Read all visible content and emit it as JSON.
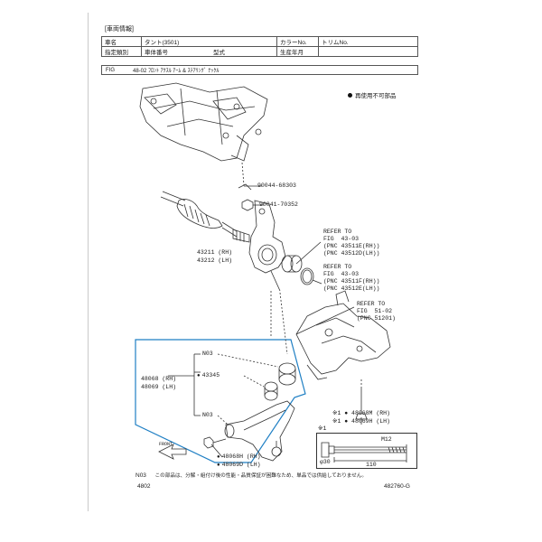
{
  "header": {
    "title": "[車両情報]",
    "row1": {
      "label_name": "車名",
      "name_value": "タント(3501)",
      "label_color": "カラーNo.",
      "label_trim": "トリムNo."
    },
    "row2": {
      "label_type": "指定類別",
      "label_body": "車体番号",
      "label_model": "型式",
      "label_date": "生産年月"
    },
    "fig": {
      "label": "FIG",
      "value": "48-02 ﾌﾛﾝﾄ ｱｸｽﾙ ｱｰﾑ & ｽﾃｱﾘﾝｸﾞ ﾅｯｸﾙ"
    }
  },
  "legend": {
    "non_reusable": "再使用不可部品"
  },
  "labels": {
    "p90044": "90044-68303",
    "p90041": "90041-70352",
    "p43211": "43211 (RH)",
    "p43212": "43212 (LH)",
    "ref1": "REFER TO\nFIG  43-03\n(PNC 43511E(RH))\n(PNC 43512D(LH))",
    "ref2": "REFER TO\nFIG  43-03\n(PNC 43511F(RH))\n(PNC 43512E(LH))",
    "ref3": "REFER TO\nFIG  51-02\n(PNC 51201)",
    "n03a": "N03",
    "p43345": "43345",
    "n03b": "N03",
    "p48068": "48068 (RH)",
    "p48069": "48069 (LH)",
    "p48068m": "※1 ● 48068M (RH)",
    "p48069h": "※1 ● 48069H (LH)",
    "p48068h": "48068H (RH)",
    "p48069d": "48069D (LH)",
    "front": "FRONT",
    "bolt_mark": "※1",
    "bolt_m12": "M12",
    "bolt_d30": "φ30",
    "bolt_len": "110"
  },
  "footer": {
    "note_code": "N03",
    "note_text": "この部品は、分解・組付け後の性能・品質保証が困難なため、単品では供給しておりません。",
    "page": "4802",
    "illus_no": "482760-G"
  }
}
